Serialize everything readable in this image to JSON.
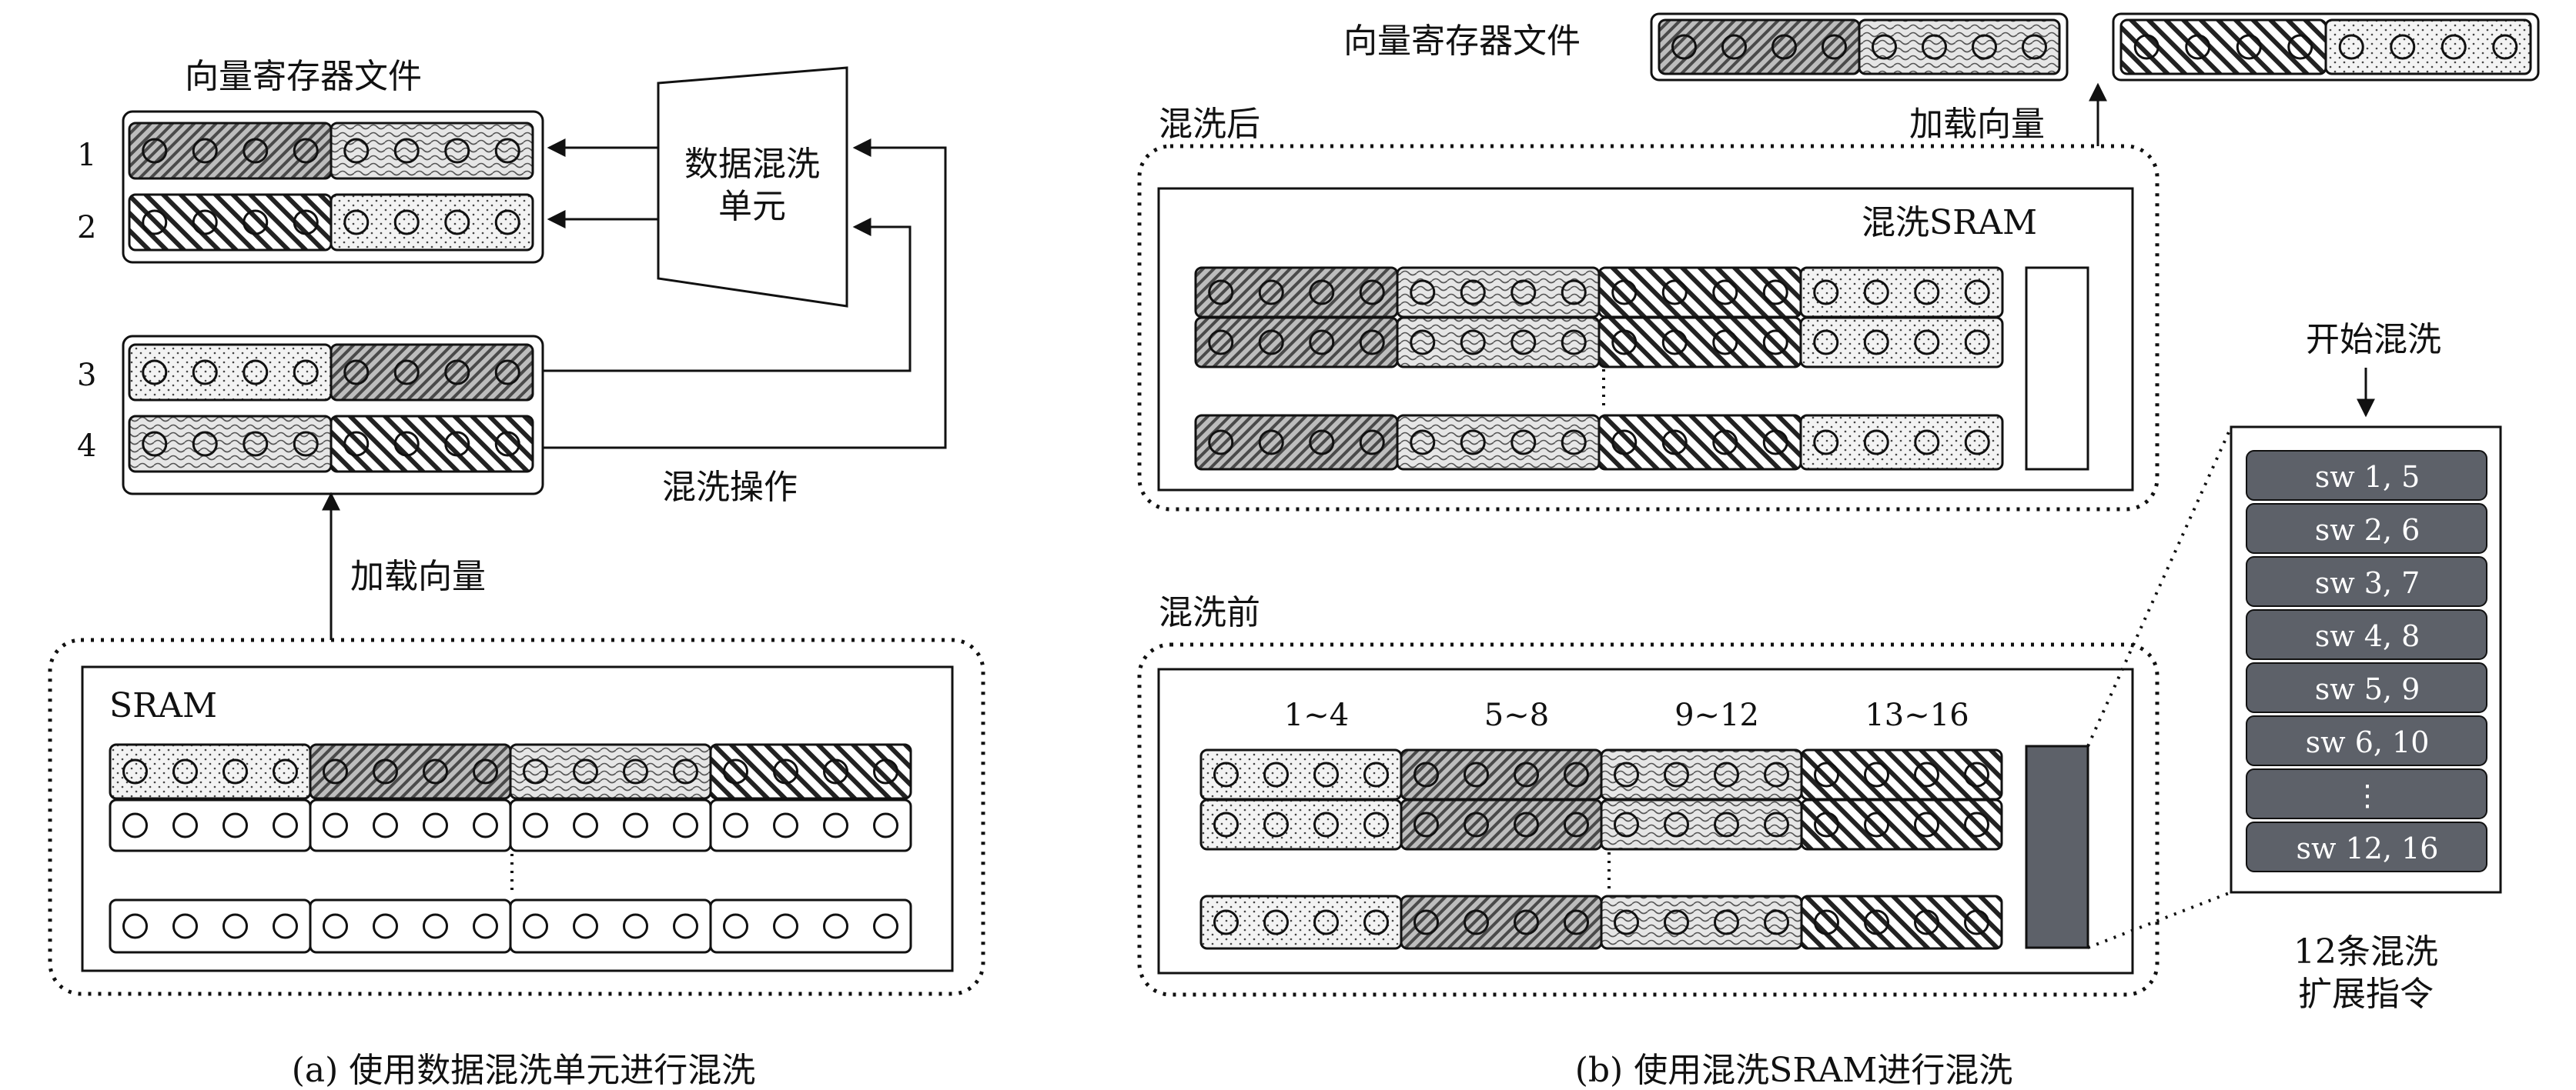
{
  "panel_a": {
    "register_file_title": "向量寄存器文件",
    "register_numbers": [
      "1",
      "2",
      "3",
      "4"
    ],
    "shuffle_unit_label": "数据混洗\n单元",
    "shuffle_op_label": "混洗操作",
    "load_label": "加载向量",
    "sram_label": "SRAM",
    "caption": "(a)  使用数据混洗单元进行混洗"
  },
  "panel_b": {
    "register_file_title": "向量寄存器文件",
    "after_label": "混洗后",
    "load_label": "加载向量",
    "shuffle_sram_label": "混洗SRAM",
    "before_label": "混洗前",
    "ranges": [
      "1~4",
      "5~8",
      "9~12",
      "13~16"
    ],
    "start_label": "开始混洗",
    "instructions": [
      "sw 1, 5",
      "sw 2, 6",
      "sw 3, 7",
      "sw 4, 8",
      "sw 5, 9",
      "sw 6, 10",
      "⋮",
      "sw 12, 16"
    ],
    "instruction_note": "12条混洗\n扩展指令",
    "caption": "(b)  使用混洗SRAM进行混洗"
  },
  "colors": {
    "line": "#111111",
    "instruction_fill": "#5d6169",
    "instruction_text": "#ffffff"
  },
  "patterns": [
    "dots",
    "dark-diagonal",
    "waves",
    "crosshatch",
    "blank"
  ]
}
